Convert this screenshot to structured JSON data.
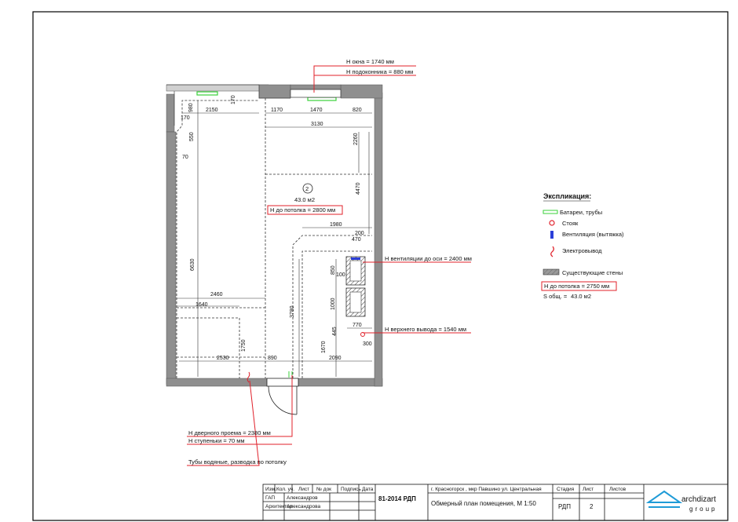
{
  "plan": {
    "room_number": "2",
    "room_area": "43.0 м2",
    "ceiling_label": "Н до потолка = 2800 мм",
    "window_label_1": "Н окна = 1740 мм",
    "window_label_2": "Н подоконника = 880 мм",
    "vent_label": "Н вентиляции до оси = 2400 мм",
    "outlet_label": "Н верхнего вывода = 1540 мм",
    "door_label_1": "Н дверного проема = 2380 мм",
    "door_label_2": "Н ступеньки = 70 мм",
    "pipes_label": "Тубы водяные, разводка по потолку",
    "dims": {
      "d2150": "2150",
      "d1170": "1170",
      "d1470": "1470",
      "d820": "820",
      "d3130": "3130",
      "d2260": "2260",
      "d4470": "4470",
      "d980": "980",
      "d170a": "170",
      "d170b": "170",
      "d550": "550",
      "d70": "70",
      "d6630": "6630",
      "d2460": "2460",
      "d1640": "1640",
      "d1750": "1750",
      "d2530": "2530",
      "d890": "890",
      "d2090": "2090",
      "d3780": "3780",
      "d1670": "1670",
      "d1980": "1980",
      "d200": "200",
      "d470": "470",
      "d850": "850",
      "d100": "100",
      "d1000": "1000",
      "d445": "445",
      "d770": "770",
      "d300": "300"
    }
  },
  "legend": {
    "title": "Экспликация:",
    "radiators": "Батареи, трубы",
    "riser": "Стояк",
    "ventilation": "Вентиляция (вытяжка)",
    "electric": "Электровывод",
    "walls": "Существующие стены",
    "ceiling": "Н до потолка = 2750 мм",
    "area_label": "S общ. =",
    "area_value": "43.0 м2"
  },
  "title_block": {
    "h_izm": "Изм.",
    "h_kol": "Кол. уч.",
    "h_list": "Лист",
    "h_ndok": "№ док",
    "h_podpis": "Подпись",
    "h_data": "Дата",
    "role_1": "ГАП",
    "name_1": "Александров",
    "role_2": "Архитектор",
    "name_2": "Александрова",
    "project_code": "81-2014 РДП",
    "address": "г. Красногорск , мкр Павшино ул. Центральная",
    "sheet_title": "Обмерный план помещения, М 1:50",
    "h_stage": "Стадия",
    "h_sheet": "Лист",
    "h_sheets": "Листов",
    "stage": "РДП",
    "sheet": "2",
    "sheets": "",
    "logo_name": "archdizart",
    "logo_group": "group"
  },
  "colors": {
    "leader": "#e0202a",
    "radiator": "#3ad13a",
    "vent": "#2b3ed8",
    "wall": "#8f8f8f"
  }
}
